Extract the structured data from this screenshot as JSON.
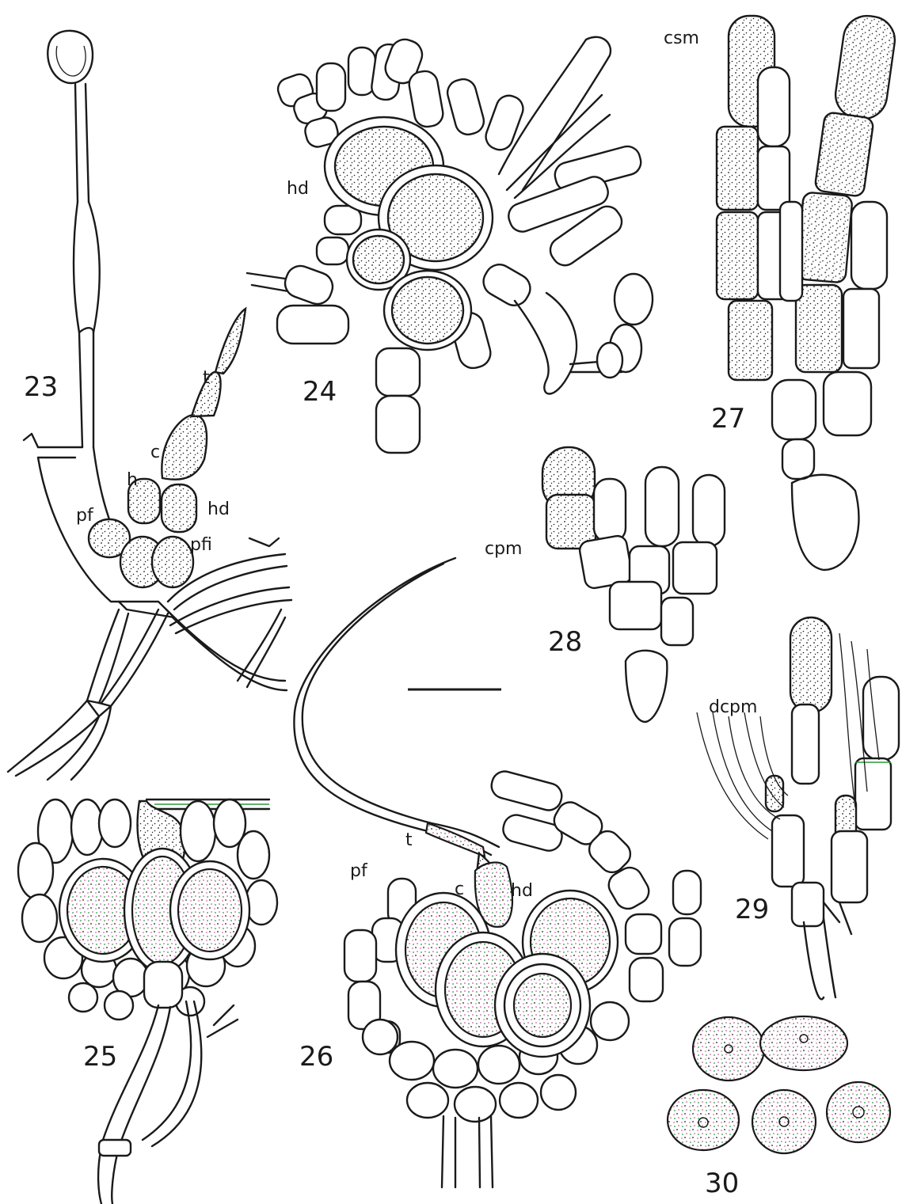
{
  "figure_numbers": {
    "f23": "23",
    "f24": "24",
    "f25": "25",
    "f26": "26",
    "f27": "27",
    "f28": "28",
    "f29": "29",
    "f30": "30"
  },
  "labels": {
    "t": "t",
    "c": "c",
    "h": "h",
    "hd": "hd",
    "pf": "pf",
    "pfi": "pfi",
    "hd24": "hd",
    "csm": "csm",
    "cpm": "cpm",
    "dcpm": "dcpm",
    "pf26": "pf",
    "c26": "c",
    "hd26": "hd",
    "t26": "t"
  },
  "colors": {
    "ink": "#1a1a1a",
    "paper": "#ffffff",
    "green_fringe": "#2a9a3a",
    "magenta_fringe": "#c0308a"
  }
}
